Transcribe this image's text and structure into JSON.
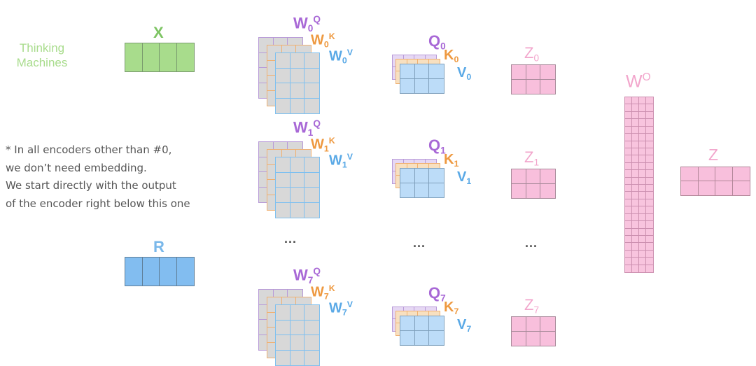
{
  "colors": {
    "x_green": "#7dc463",
    "x_fill": "#a8dc8c",
    "q_purple": "#a868d6",
    "k_orange": "#ee9940",
    "v_blue": "#5aa9e6",
    "v_fill": "#bcdcf8",
    "z_pink": "#f2a6cc",
    "z_fill": "#f8bfdc",
    "r_blue": "#7ab8ea",
    "r_fill": "#82bdf0",
    "weight_fill": "#d8d8d8",
    "gray_text": "#555555"
  },
  "input": {
    "sentence": [
      "Thinking",
      "Machines"
    ],
    "x_label": "X",
    "r_label": "R"
  },
  "note": {
    "lines": [
      "* In all encoders other than #0,",
      "we don’t need embedding.",
      "We start directly with the output",
      "of the encoder right below this one"
    ]
  },
  "heads": [
    {
      "index": "0",
      "wq": "W",
      "wk": "W",
      "wv": "W",
      "q": "Q",
      "k": "K",
      "v": "V",
      "z": "Z",
      "wq_sup": "Q",
      "wk_sup": "K",
      "wv_sup": "V"
    },
    {
      "index": "1",
      "wq": "W",
      "wk": "W",
      "wv": "W",
      "q": "Q",
      "k": "K",
      "v": "V",
      "z": "Z",
      "wq_sup": "Q",
      "wk_sup": "K",
      "wv_sup": "V"
    },
    {
      "index": "7",
      "wq": "W",
      "wk": "W",
      "wv": "W",
      "q": "Q",
      "k": "K",
      "v": "V",
      "z": "Z",
      "wq_sup": "Q",
      "wk_sup": "K",
      "wv_sup": "V"
    }
  ],
  "ellipsis": "...",
  "output": {
    "wo_base": "W",
    "wo_sup": "O",
    "z_label": "Z"
  }
}
